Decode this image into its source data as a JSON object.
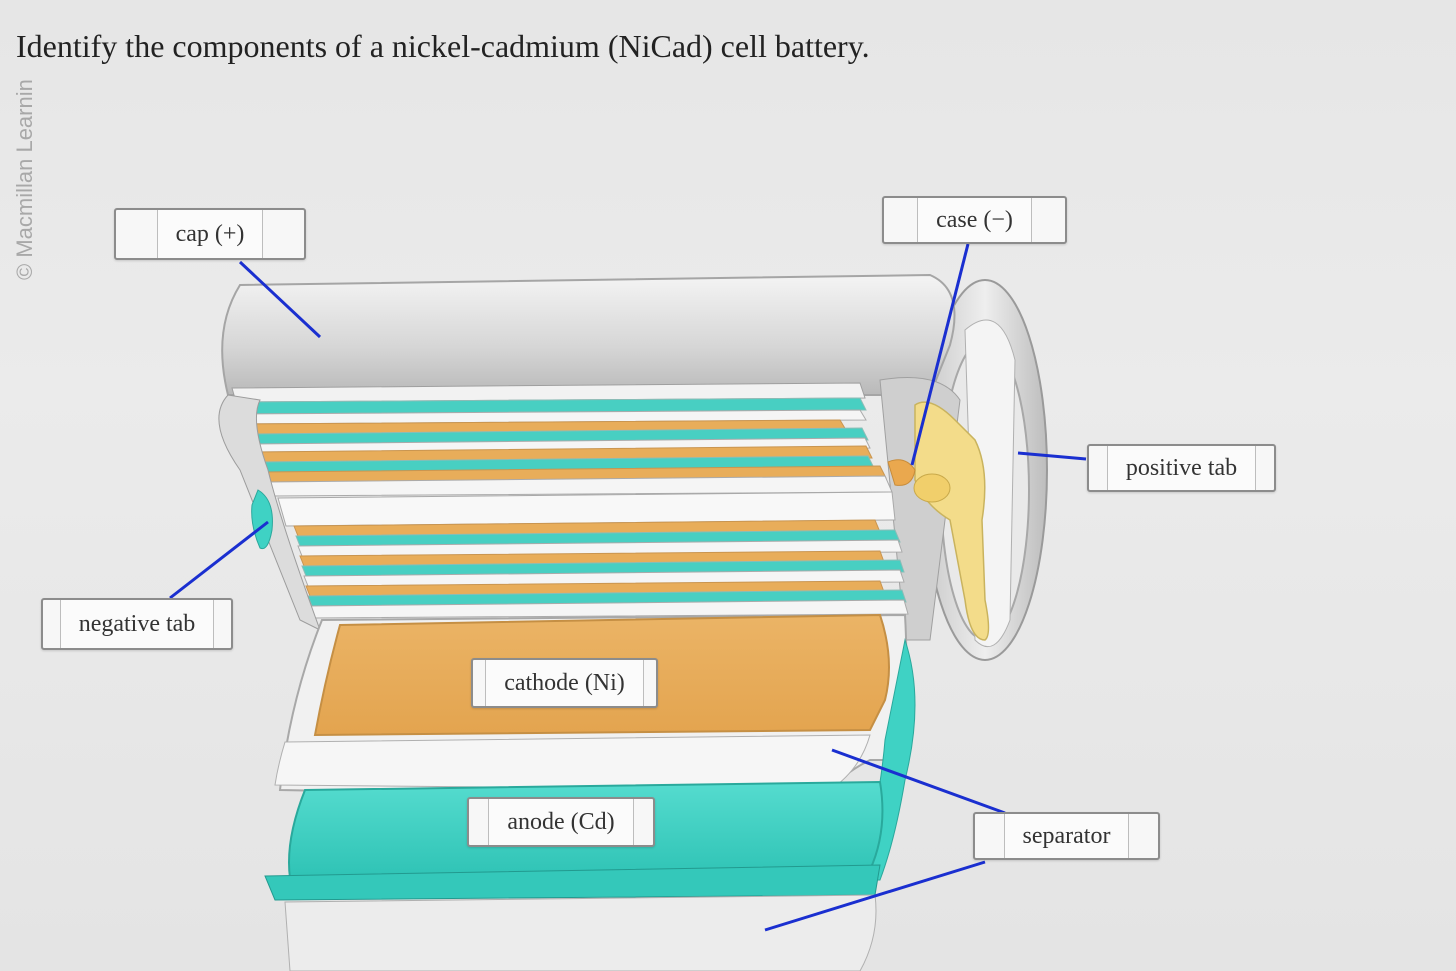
{
  "watermark": "© Macmillan Learning",
  "question": "Identify the components of a nickel-cadmium (NiCad) cell battery.",
  "labels": {
    "cap": "cap (+)",
    "case": "case (−)",
    "positive_tab": "positive tab",
    "negative_tab": "negative tab",
    "cathode": "cathode (Ni)",
    "anode": "anode (Cd)",
    "separator": "separator"
  },
  "colors": {
    "cathode": "#e8ad5a",
    "anode": "#3fd2c4",
    "tab": "#f3dc8a",
    "leader_line": "#1a2fd0",
    "shell": "#d3d3d3"
  }
}
